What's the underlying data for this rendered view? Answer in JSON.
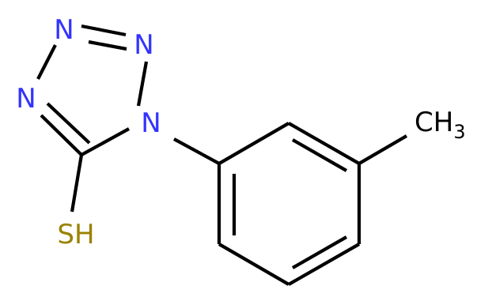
{
  "molecule": {
    "atoms": {
      "n_top": "N",
      "n_top_right": "N",
      "n_left": "N",
      "n_right": "N",
      "sh": "SH",
      "methyl_main": "CH",
      "methyl_sub": "3"
    },
    "colors": {
      "nitrogen": "#3333ff",
      "sulfur": "#9a8200",
      "carbon": "#000000",
      "bond": "#000000",
      "background": "#ffffff"
    }
  }
}
